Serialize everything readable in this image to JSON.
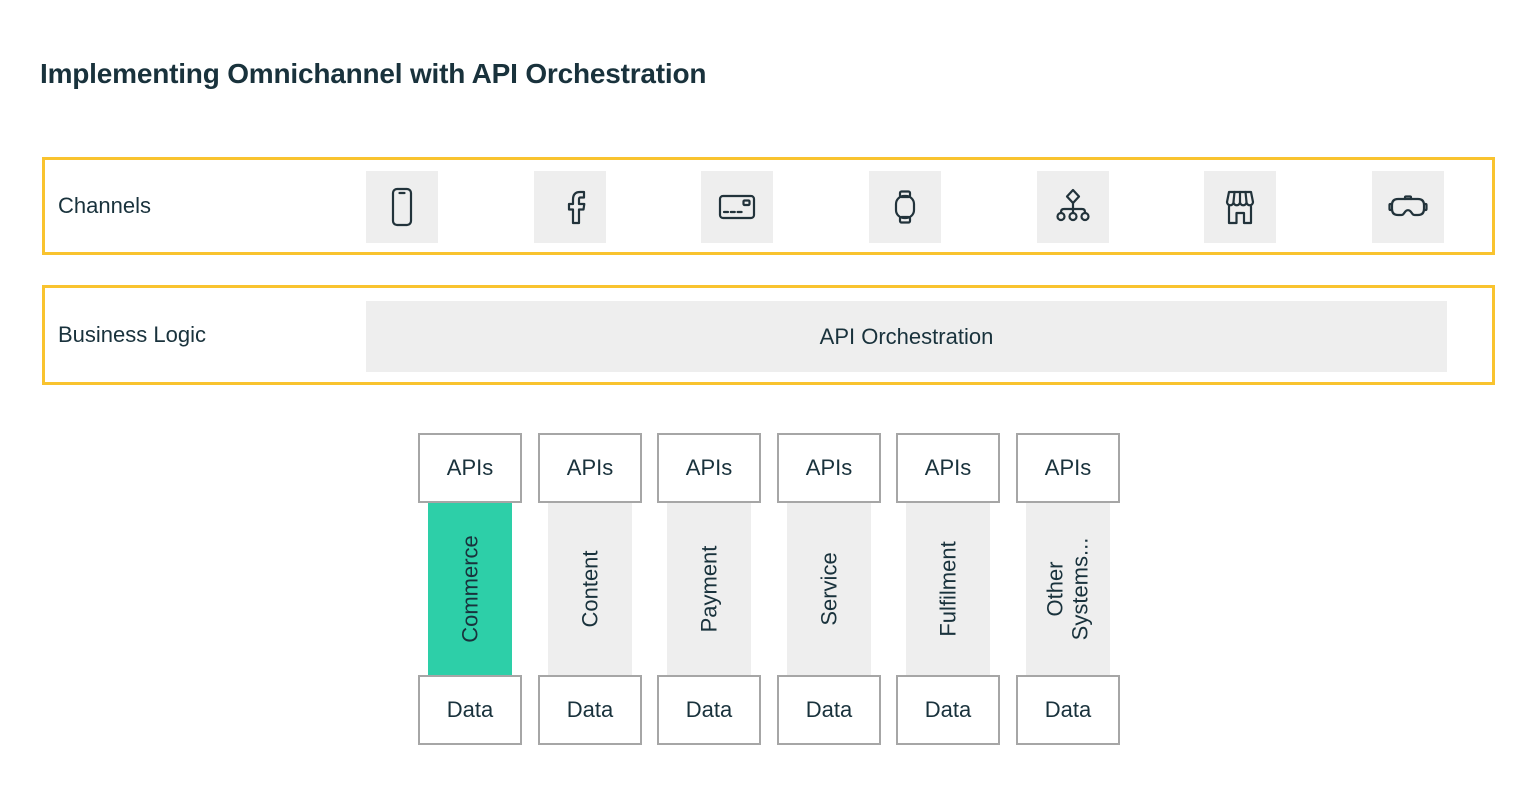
{
  "title": "Implementing Omnichannel with API Orchestration",
  "colors": {
    "accent_yellow": "#F9C32E",
    "accent_teal": "#2DCFA8",
    "panel_gray": "#EEEEEE",
    "text_dark": "#19323C",
    "box_border": "#A6A6A6",
    "icon_stroke": "#22333B"
  },
  "channels": {
    "label": "Channels",
    "icons": [
      {
        "name": "smartphone-icon"
      },
      {
        "name": "facebook-icon"
      },
      {
        "name": "credit-card-icon"
      },
      {
        "name": "smartwatch-icon"
      },
      {
        "name": "sitemap-icon"
      },
      {
        "name": "storefront-icon"
      },
      {
        "name": "vr-headset-icon"
      }
    ]
  },
  "business_logic": {
    "label": "Business Logic",
    "box_label": "API Orchestration"
  },
  "systems": {
    "api_label": "APIs",
    "data_label": "Data",
    "columns": [
      {
        "label": "Commerce",
        "highlighted": true
      },
      {
        "label": "Content",
        "highlighted": false
      },
      {
        "label": "Payment",
        "highlighted": false
      },
      {
        "label": "Service",
        "highlighted": false
      },
      {
        "label": "Fulfilment",
        "highlighted": false
      },
      {
        "label": "Other\nSystems...",
        "highlighted": false
      }
    ]
  }
}
